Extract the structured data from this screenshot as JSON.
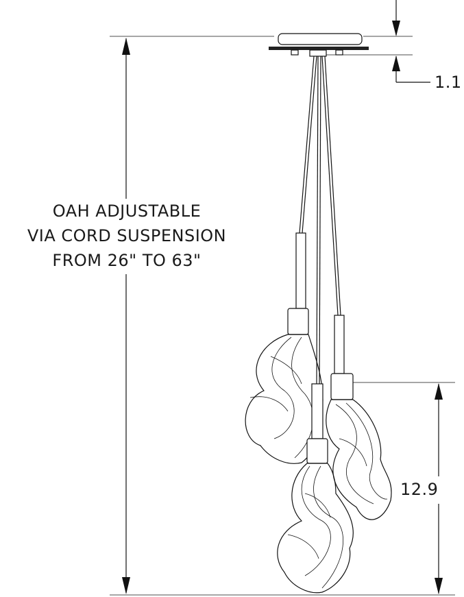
{
  "dimensions": {
    "overall_height_lines": [
      "OAH ADJUSTABLE",
      "VIA CORD SUSPENSION",
      "FROM 26\" TO 63\""
    ],
    "canopy_offset": "1.1",
    "pendant_height": "12.9"
  }
}
